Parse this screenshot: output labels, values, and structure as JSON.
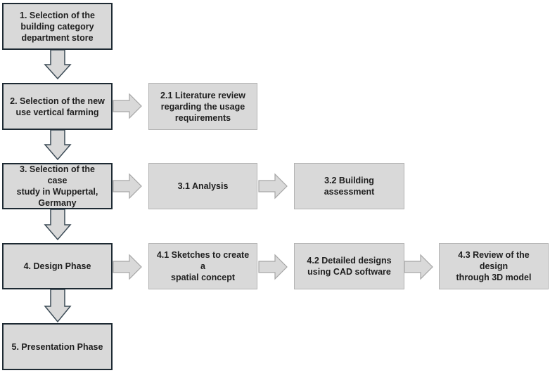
{
  "steps": {
    "s1": "1. Selection of the\nbuilding category\ndepartment store",
    "s2": "2. Selection of the new\nuse vertical farming",
    "s21": "2.1 Literature review\nregarding the usage\nrequirements",
    "s3": "3. Selection of the case\nstudy in Wuppertal,\nGermany",
    "s31": "3.1 Analysis",
    "s32": "3.2 Building assessment",
    "s4": "4. Design Phase",
    "s41": "4.1 Sketches to create a\nspatial concept",
    "s42": "4.2 Detailed designs\nusing CAD software",
    "s43": "4.3 Review of the design\nthrough 3D model",
    "s5": "5. Presentation Phase"
  }
}
